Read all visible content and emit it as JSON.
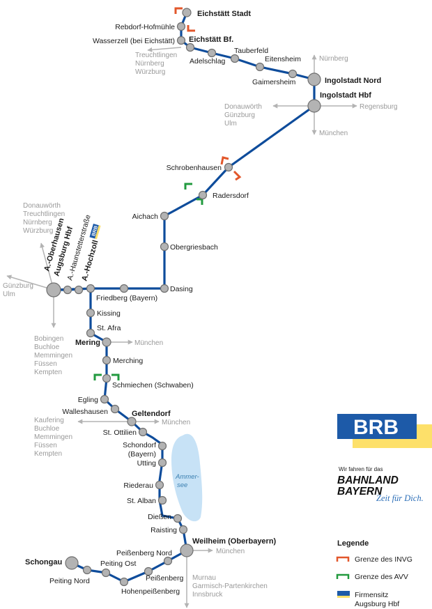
{
  "colors": {
    "line": "#0e4c9b",
    "station_fill": "#b3b3b3",
    "station_stroke": "#6e6e6e",
    "connection": "#b3b3b3",
    "invg": "#e2572b",
    "avv": "#229a3f",
    "lake": "#c7e2f6",
    "brb_blue": "#1d5aa8",
    "brb_yellow": "#fde06a"
  },
  "stations": {
    "eichstaett_stadt": "Eichstätt Stadt",
    "rebdorf": "Rebdorf-Hofmühle",
    "wasserzell": "Wasserzell (bei Eichstätt)",
    "eichstaett_bf": "Eichstätt Bf.",
    "adelschlag": "Adelschlag",
    "tauberfeld": "Tauberfeld",
    "eitensheim": "Eitensheim",
    "gaimersheim": "Gaimersheim",
    "ingolstadt_nord": "Ingolstadt Nord",
    "ingolstadt_hbf": "Ingolstadt Hbf",
    "schrobenhausen": "Schrobenhausen",
    "radersdorf": "Radersdorf",
    "aichach": "Aichach",
    "obergriesbach": "Obergriesbach",
    "dasing": "Dasing",
    "friedberg": "Friedberg (Bayern)",
    "oberhausen": "A.-Oberhausen",
    "augsburg_hbf": "Augsburg Hbf",
    "haunstetter": "A.-Haunstetterstraße",
    "hochzoll": "A.-Hochzoll",
    "kissing": "Kissing",
    "st_afra": "St. Afra",
    "mering": "Mering",
    "merching": "Merching",
    "schmiechen": "Schmiechen (Schwaben)",
    "egling": "Egling",
    "walleshausen": "Walleshausen",
    "geltendorf": "Geltendorf",
    "st_ottilien": "St. Ottilien",
    "schondorf_1": "Schondorf",
    "schondorf_2": "(Bayern)",
    "utting": "Utting",
    "riederau": "Riederau",
    "st_alban": "St. Alban",
    "diessen": "Dießen",
    "raisting": "Raisting",
    "weilheim": "Weilheim (Oberbayern)",
    "peissenberg_nord": "Peißenberg Nord",
    "peissenberg": "Peißenberg",
    "hohenpeissenberg": "Hohenpeißenberg",
    "peiting_ost": "Peiting Ost",
    "peiting_nord": "Peiting Nord",
    "schongau": "Schongau"
  },
  "connections": {
    "eichstaett": [
      "Treuchtlingen",
      "Nürnberg",
      "Würzburg"
    ],
    "ingolstadt_north": "Nürnberg",
    "ingolstadt_east": "Regensburg",
    "ingolstadt_south": "München",
    "ingolstadt_west": [
      "Donauwörth",
      "Günzburg",
      "Ulm"
    ],
    "augsburg_north": [
      "Donauwörth",
      "Treuchtlingen",
      "Nürnberg",
      "Würzburg"
    ],
    "augsburg_west": [
      "Günzburg",
      "Ulm"
    ],
    "augsburg_south": [
      "Bobingen",
      "Buchloe",
      "Memmingen",
      "Füssen",
      "Kempten"
    ],
    "mering_east": "München",
    "geltendorf_east": "München",
    "geltendorf_west": [
      "Kaufering",
      "Buchloe",
      "Memmingen",
      "Füssen",
      "Kempten"
    ],
    "weilheim_east": "München",
    "weilheim_south": [
      "Murnau",
      "Garmisch-Partenkirchen",
      "Innsbruck"
    ]
  },
  "lake": {
    "line1": "Ammer-",
    "line2": "see"
  },
  "brand": {
    "logo": "BRB",
    "tagline_small": "Wir fahren für das",
    "tagline_big_1": "BAHNLAND",
    "tagline_big_2": "BAYERN",
    "tagline_script": "Zeit für Dich."
  },
  "hq_badge": "BRB",
  "legend": {
    "title": "Legende",
    "invg": "Grenze des INVG",
    "avv": "Grenze des AVV",
    "hq_1": "Firmensitz",
    "hq_2": "Augsburg Hbf"
  }
}
